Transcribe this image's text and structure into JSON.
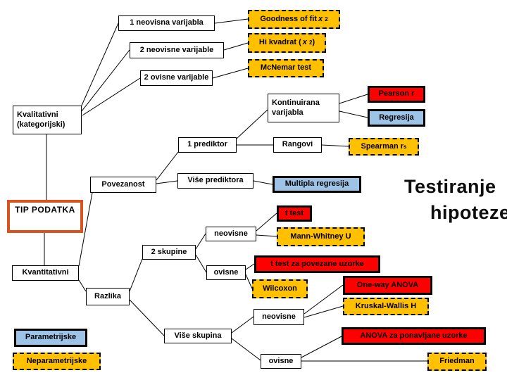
{
  "title": {
    "line1": "Testiranje",
    "line2": "hipoteze"
  },
  "colors": {
    "nonparametric_test_bg": "#FFC000",
    "parametric_test_bg": "#FF0000",
    "regression_test_bg": "#9DC3E6",
    "root_border": "#D9531E"
  },
  "nodes": {
    "n1_neovisna": "1 neovisna varijabla",
    "n2_neovisne": "2 neovisne varijable",
    "n2_ovisne": "2 ovisne varijable",
    "goodness": {
      "base": "Goodness of fit ",
      "var": "x",
      "sup": "2"
    },
    "hi_kvadrat": {
      "pre": "Hi kvadrat (",
      "var": "x",
      "sup": "2",
      "post": ")"
    },
    "mcnemar": "McNemar test",
    "kvalitativni": "Kvalitativni (kategorijski)",
    "kontinuirana": "Kontinuirana varijabla",
    "pearson": "Pearson r",
    "regresija": "Regresija",
    "prediktor_1": "1 prediktor",
    "rangovi": "Rangovi",
    "spearman": {
      "base": "Spearman r",
      "sub": "s"
    },
    "povezanost": "Povezanost",
    "vise_prediktora": "Više prediktora",
    "multipla_regresija": "Multipla regresija",
    "tip_podatka": "TIP PODATKA",
    "t_test": "t test",
    "neovisne_2sk": "neovisne",
    "mann_whitney": "Mann-Whitney U",
    "skupine_2": "2 skupine",
    "t_test_povezani": "t test za povezane uzorke",
    "kvantitativni": "Kvantitativni",
    "ovisne_2sk": "ovisne",
    "wilcoxon": "Wilcoxon",
    "one_way_anova": "One-way ANOVA",
    "razlika": "Razlika",
    "kruskal_wallis": "Kruskal-Wallis H",
    "neovisne_vsk": "neovisne",
    "vise_skupina": "Više skupina",
    "anova_ponavljane": "ANOVA za ponavljane uzorke",
    "ovisne_vsk": "ovisne",
    "friedman": "Friedman",
    "parametrijske": "Parametrijske",
    "neparametrijske": "Neparametrijske"
  }
}
